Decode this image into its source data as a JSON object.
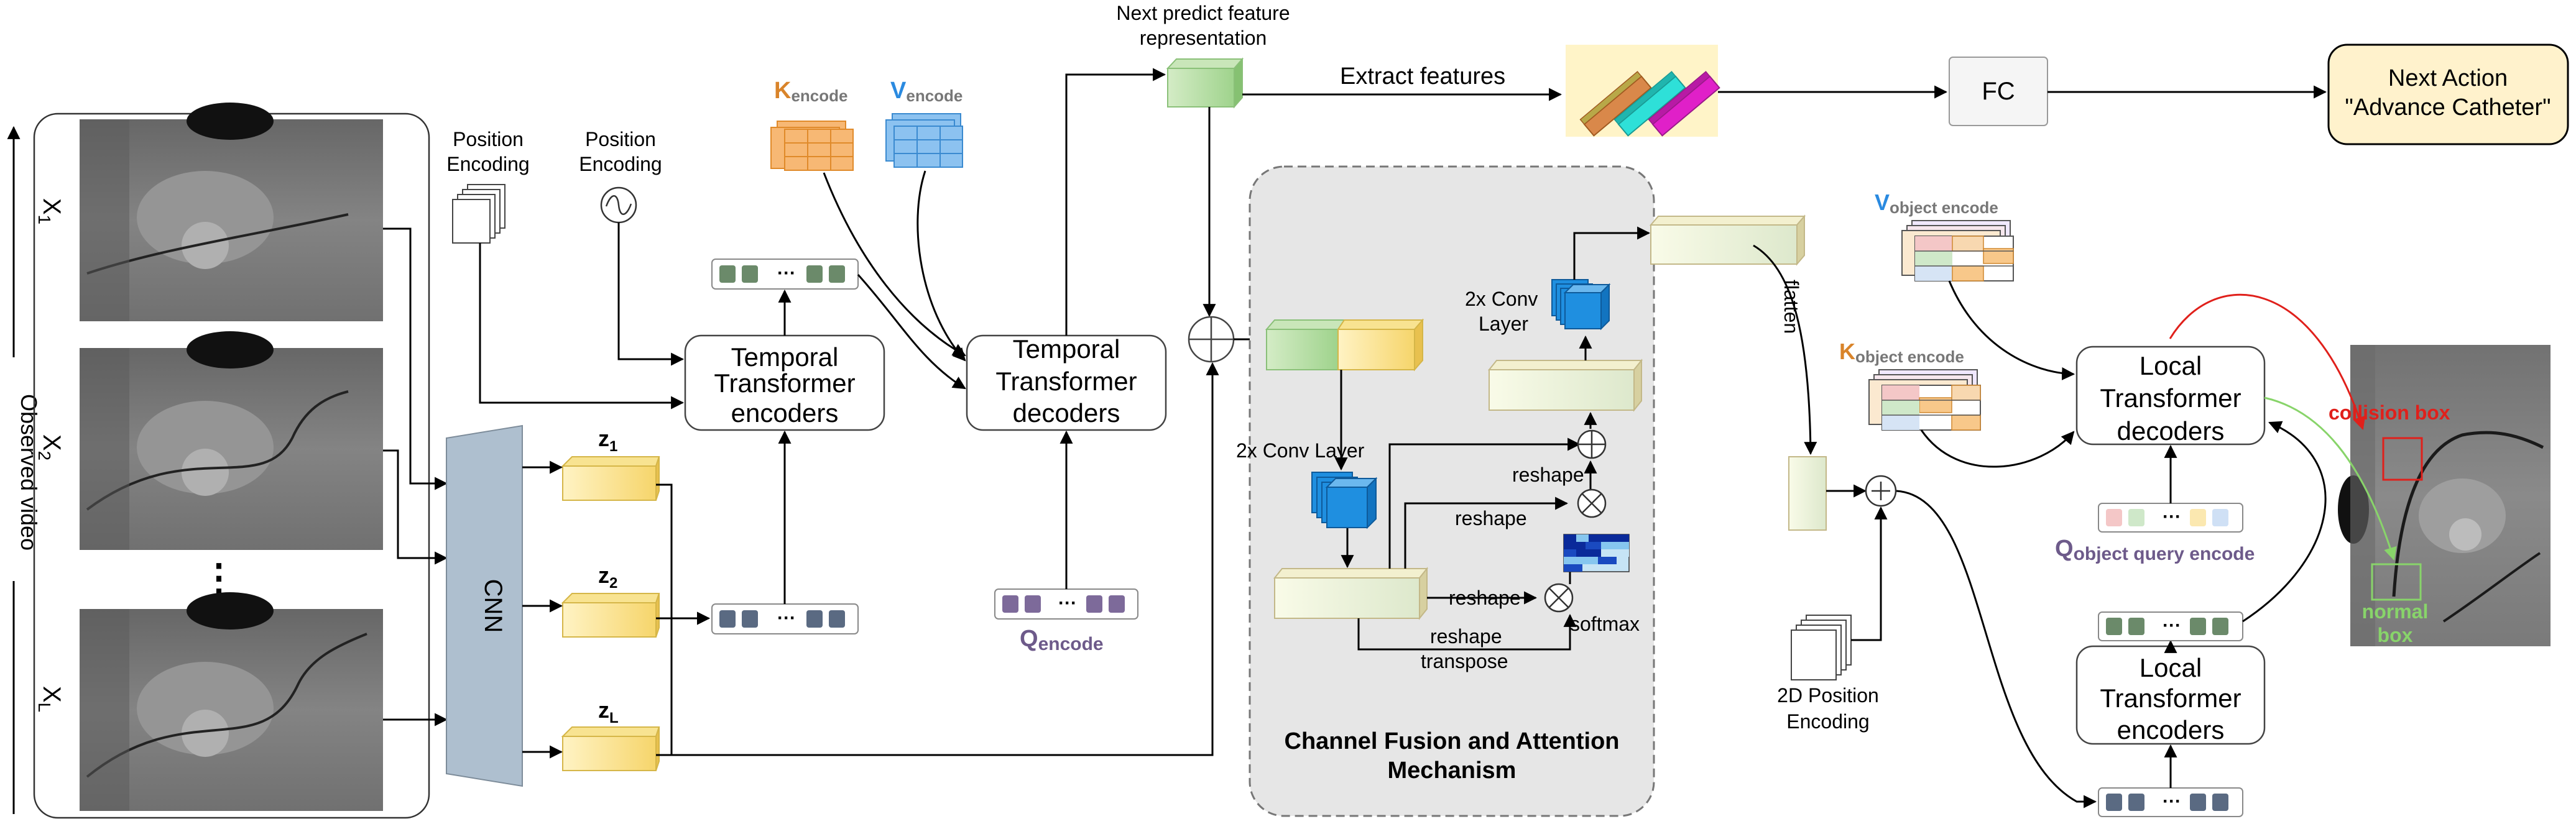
{
  "observed": {
    "axis_label": "Observed video",
    "frames": [
      "X1",
      "X2",
      "XL"
    ],
    "frame_subs": [
      "1",
      "2",
      "L"
    ],
    "dots": "⋮"
  },
  "cnn": {
    "label": "CNN"
  },
  "z": [
    {
      "base": "z",
      "sub": "1"
    },
    {
      "base": "z",
      "sub": "2"
    },
    {
      "base": "z",
      "sub": "L"
    }
  ],
  "position_encoding_1": {
    "line1": "Position",
    "line2": "Encoding"
  },
  "position_encoding_2": {
    "line1": "Position",
    "line2": "Encoding"
  },
  "temporal_encoders": {
    "line1": "Temporal",
    "line2": "Transformer",
    "line3": "encoders"
  },
  "temporal_decoders": {
    "line1": "Temporal",
    "line2": "Transformer",
    "line3": "decoders"
  },
  "k_encode": {
    "base": "K",
    "sub": "encode"
  },
  "v_encode": {
    "base": "V",
    "sub": "encode"
  },
  "q_encode": {
    "base": "Q",
    "sub": "encode"
  },
  "next_predict": {
    "line1": "Next  predict feature",
    "line2": "representation"
  },
  "extract_features": "Extract features",
  "fc": "FC",
  "next_action": {
    "line1": "Next Action",
    "line2": "\"Advance Catheter\""
  },
  "fusion": {
    "title_line1": "Channel Fusion and Attention",
    "title_line2": "Mechanism",
    "conv_left": "2x Conv Layer",
    "conv_right_1": "2x Conv",
    "conv_right_2": "Layer",
    "reshape_1": "reshape",
    "reshape_2": "reshape",
    "reshape_3": "reshape",
    "reshape_transpose_1": "reshape",
    "reshape_transpose_2": "transpose",
    "softmax": "softmax"
  },
  "flatten": "flatten",
  "pos2d": {
    "line1": "2D Position",
    "line2": "Encoding"
  },
  "v_object": {
    "base": "V",
    "sub": "object encode"
  },
  "k_object": {
    "base": "K",
    "sub": "object encode"
  },
  "q_object": {
    "base": "Q",
    "sub": "object query encode"
  },
  "local_decoders": {
    "line1": "Local",
    "line2": "Transformer",
    "line3": "decoders"
  },
  "local_encoders": {
    "line1": "Local",
    "line2": "Transformer",
    "line3": "encoders"
  },
  "boxes": {
    "collision": "collision box",
    "normal_1": "normal",
    "normal_2": "box"
  },
  "token_dots": "···",
  "colors": {
    "token_green": "#6b8a6a",
    "token_slate": "#5a6a82",
    "token_purple": "#7d6a9a",
    "z_yellow": "#f6d56b",
    "cnn_blue": "#aebfcf",
    "orange_grid": "#f7b874",
    "blue_grid": "#8cc2f0",
    "conv_blue": "#1f8fe0",
    "feature_green": "#a6d89a",
    "k_orange": "#d9842a",
    "v_blue": "#2a8ae0",
    "q_purple": "#6d5a8a",
    "collision_red": "#e0201b",
    "normal_green": "#88d46a",
    "next_action_fill": "#fff2cc",
    "fusion_gray": "#e6e6e6"
  }
}
